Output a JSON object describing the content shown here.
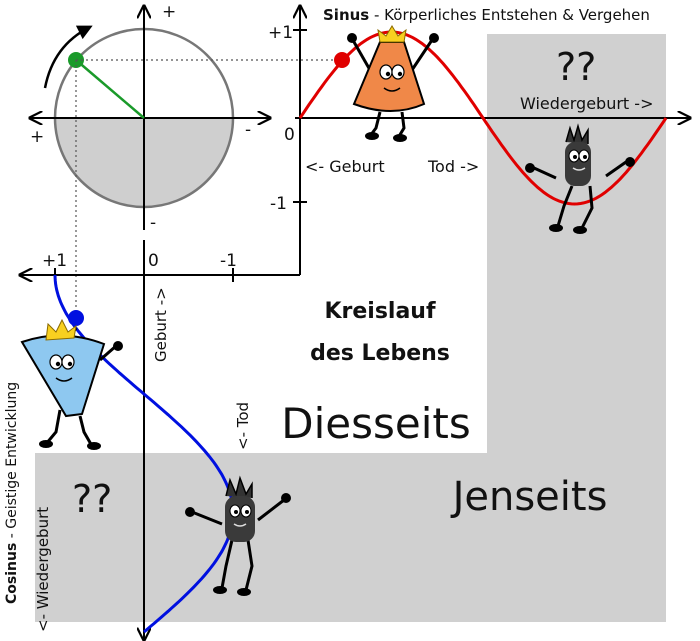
{
  "sinus": {
    "title_bold": "Sinus",
    "title_rest": " - Körperliches Entstehen & Vergehen",
    "tick_plus1": "+1",
    "tick_zero": "0",
    "tick_minus1": "-1",
    "label_birth": "<- Geburt",
    "label_death": "Tod ->",
    "label_rebirth": "Wiedergeburt ->",
    "question": "??"
  },
  "circle": {
    "sign_top": "+",
    "sign_left": "+",
    "sign_right": "-",
    "sign_bottom": "-"
  },
  "cosinus": {
    "title_bold": "Cosinus",
    "title_rest": " - Geistige Entwicklung",
    "tick_plus1": "+1",
    "tick_zero": "0",
    "tick_minus1": "-1",
    "label_birth": "Geburt ->",
    "label_death": "<- Tod",
    "label_rebirth": "<- Wiedergeburt",
    "question": "??"
  },
  "center": {
    "title_line1": "Kreislauf",
    "title_line2": "des Lebens",
    "diesseits": "Diesseits",
    "jenseits": "Jenseits"
  },
  "colors": {
    "sine_curve": "#e00000",
    "cosine_curve": "#0010e0",
    "radius_line": "#1a9a2a",
    "region_gray": "#d0d0d0",
    "cone_orange": "#f08848",
    "cone_blue": "#8ec8f0",
    "crown_yellow": "#f8d020"
  }
}
